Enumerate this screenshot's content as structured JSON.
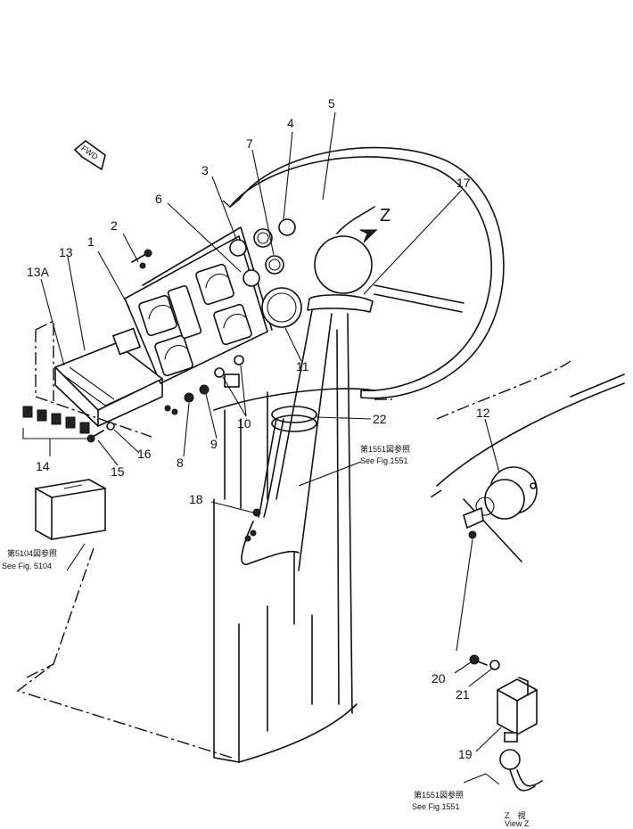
{
  "callouts": [
    {
      "id": "c1",
      "label": "1"
    },
    {
      "id": "c2",
      "label": "2"
    },
    {
      "id": "c3",
      "label": "3"
    },
    {
      "id": "c4",
      "label": "4"
    },
    {
      "id": "c5",
      "label": "5"
    },
    {
      "id": "c6",
      "label": "6"
    },
    {
      "id": "c7",
      "label": "7"
    },
    {
      "id": "c8",
      "label": "8"
    },
    {
      "id": "c9",
      "label": "9"
    },
    {
      "id": "c10",
      "label": "10"
    },
    {
      "id": "c11",
      "label": "11"
    },
    {
      "id": "c12",
      "label": "12"
    },
    {
      "id": "c13",
      "label": "13"
    },
    {
      "id": "c13a",
      "label": "13A"
    },
    {
      "id": "c14",
      "label": "14"
    },
    {
      "id": "c15",
      "label": "15"
    },
    {
      "id": "c16",
      "label": "16"
    },
    {
      "id": "c17",
      "label": "17"
    },
    {
      "id": "c18",
      "label": "18"
    },
    {
      "id": "c19",
      "label": "19"
    },
    {
      "id": "c20",
      "label": "20"
    },
    {
      "id": "c21",
      "label": "21"
    },
    {
      "id": "c22",
      "label": "22"
    }
  ],
  "view_letter": "Z",
  "fwd_label": "FWD",
  "references": {
    "fig1551_top_jp": "第1551図参照",
    "fig1551_top_en": "See Fig.1551",
    "fig5104_jp": "第5104図参照",
    "fig5104_en": "See Fig. 5104",
    "fig1551_bottom_jp": "第1551図参照",
    "fig1551_bottom_en": "See Fig.1551"
  },
  "view_z": {
    "jp": "Z　視",
    "en": "View Z"
  }
}
